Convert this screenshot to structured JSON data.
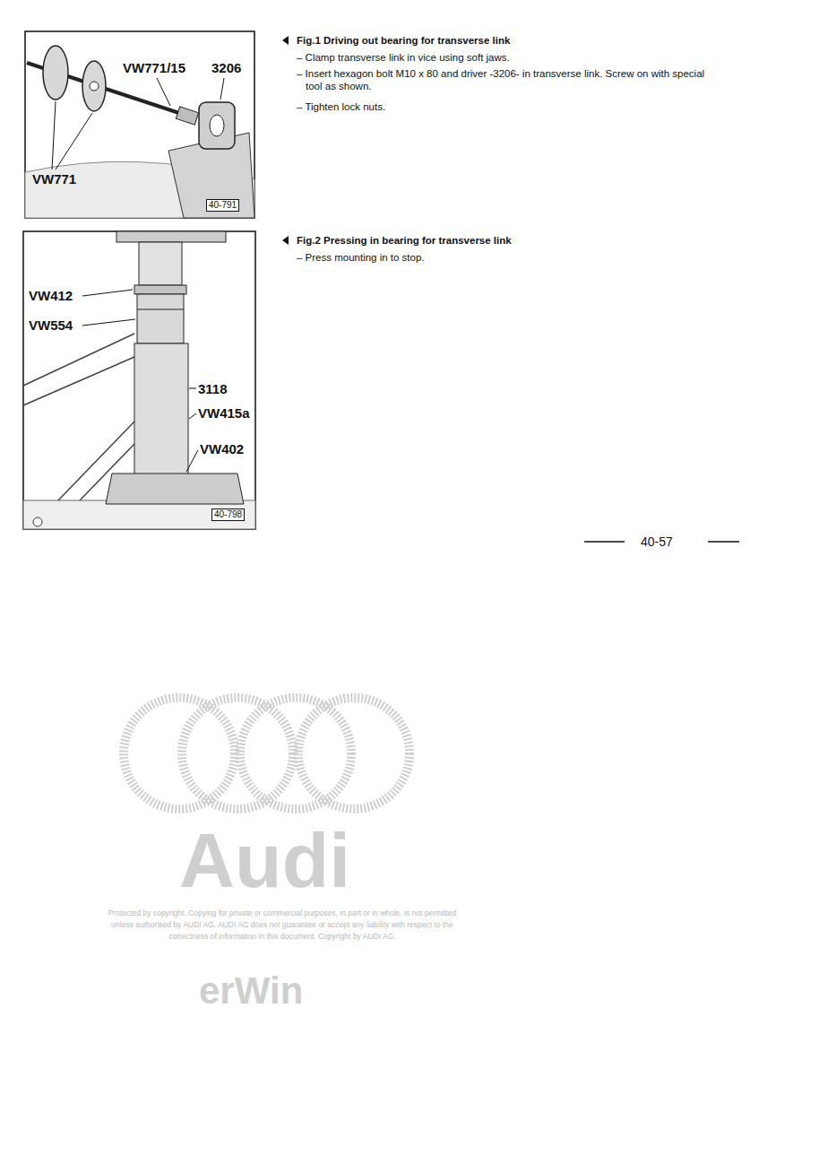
{
  "diagram": {
    "nodes": [
      {
        "text": [
          "40-791"
        ]
      },
      {
        "text": [
          "40-798"
        ]
      }
    ],
    "labels": [
      "VW771/15",
      "3206",
      "VW771",
      "Fig.1 Driving out bearing for transverse link",
      "– Clamp transverse link in vice using soft jaws.",
      "– Insert hexagon bolt M10 x 80 and driver -3206- in transverse link. Screw on with special tool as shown.",
      "– Tighten lock nuts.",
      "VW412",
      "VW554",
      "3118",
      "VW415a",
      "VW402",
      "Fig.2 Pressing in bearing for transverse link",
      "– Press mounting in to stop.",
      "40-57",
      "Audi",
      "Protected by copyright. Copying for private or commercial purposes, in part or in whole, is not permitted unless authorised by AUDI AG. AUDI AG does not guarantee or accept any liability with respect to the correctness of information in this document. Copyright by AUDI AG.",
      "erWin"
    ]
  }
}
